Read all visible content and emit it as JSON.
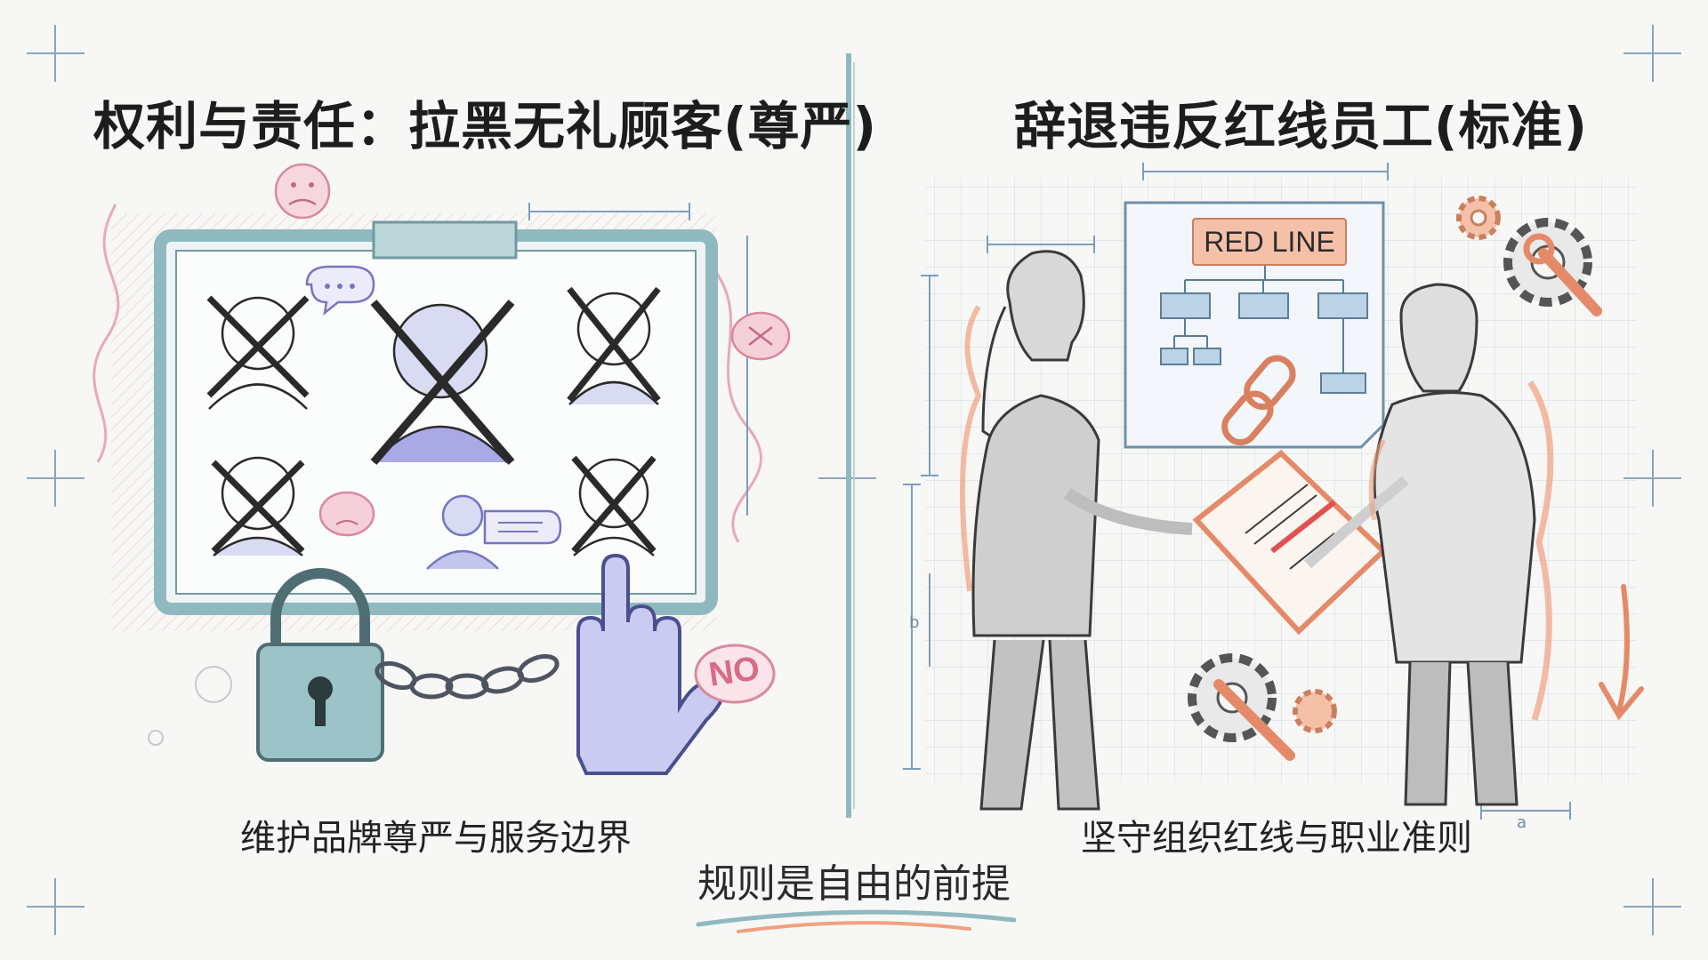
{
  "left_panel": {
    "title": "权利与责任：拉黑无礼顾客(尊严)",
    "caption": "维护品牌尊严与服务边界",
    "no_sign": "NO"
  },
  "right_panel": {
    "title": "辞退违反红线员工(标准)",
    "caption": "坚守组织红线与职业准则",
    "red_line_label": "RED LINE",
    "dimension_a": "a",
    "dimension_b": "b"
  },
  "footer": {
    "motto": "规则是自由的前提"
  },
  "colors": {
    "teal": "#8fb9bf",
    "pink": "#e7a9bb",
    "lavender": "#a9a9e6",
    "coral": "#f0a07f",
    "grid_blue": "#7c9fbd"
  }
}
